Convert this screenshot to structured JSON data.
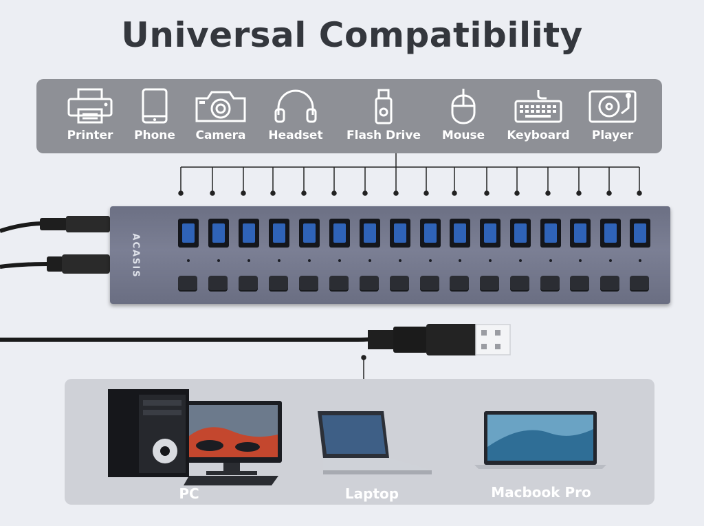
{
  "title": "Universal Compatibility",
  "brand": "ACASIS",
  "devices": [
    {
      "label": "Printer",
      "icon": "printer-icon"
    },
    {
      "label": "Phone",
      "icon": "phone-icon"
    },
    {
      "label": "Camera",
      "icon": "camera-icon"
    },
    {
      "label": "Headset",
      "icon": "headset-icon"
    },
    {
      "label": "Flash Drive",
      "icon": "flash-drive-icon"
    },
    {
      "label": "Mouse",
      "icon": "mouse-icon"
    },
    {
      "label": "Keyboard",
      "icon": "keyboard-icon"
    },
    {
      "label": "Player",
      "icon": "record-player-icon"
    }
  ],
  "hosts": [
    {
      "label": "PC",
      "icon": "desktop-pc-icon"
    },
    {
      "label": "Laptop",
      "icon": "laptop-icon"
    },
    {
      "label": "Macbook Pro",
      "icon": "macbook-pro-icon"
    }
  ],
  "colors": {
    "background": "#eceef3",
    "panel_top": "#8e9096",
    "panel_bottom": "#cfd1d7",
    "hub_body": "#7b7f94",
    "port_blue": "#2f63b8"
  }
}
